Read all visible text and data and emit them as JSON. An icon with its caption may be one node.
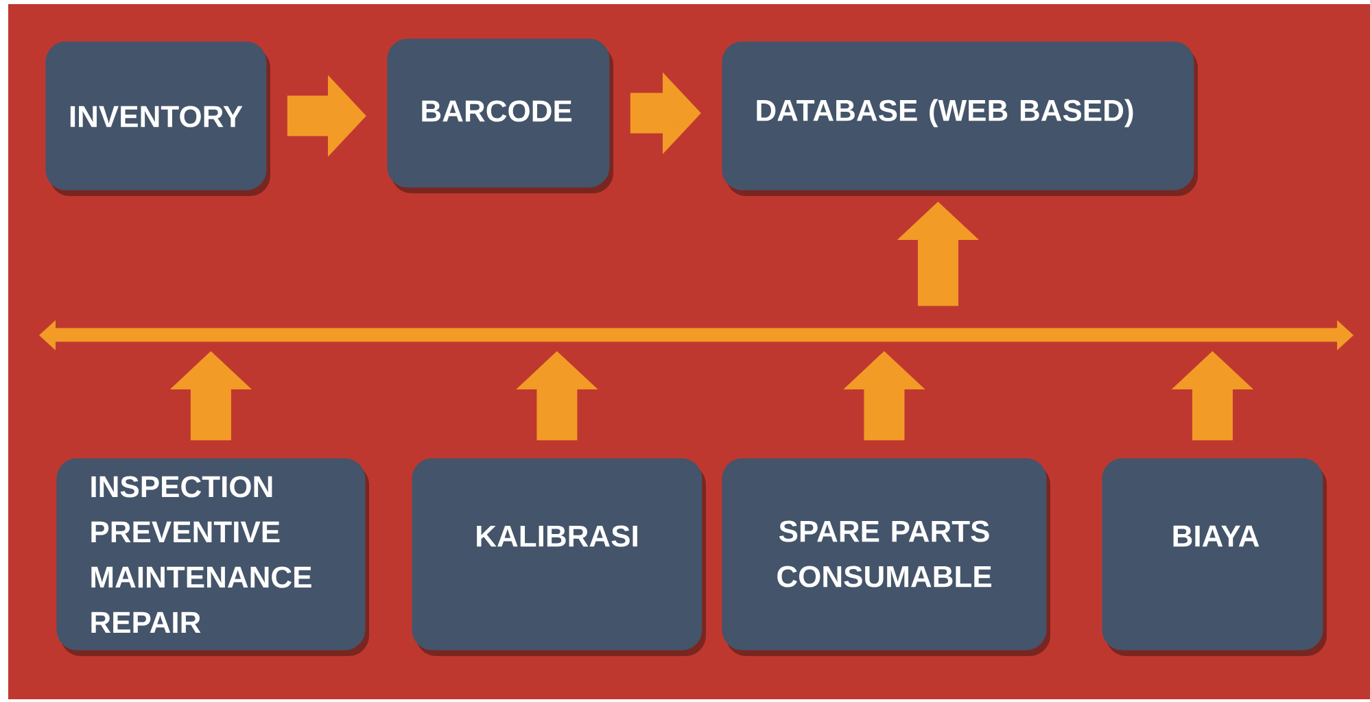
{
  "diagram": {
    "nodes": [
      {
        "text": [
          "INVENTORY"
        ]
      },
      {
        "text": [
          "BARCODE"
        ]
      },
      {
        "text": [
          "DATABASE  (WEB BASED)"
        ]
      },
      {
        "text": [],
        "shape": "bar"
      },
      {
        "text": [
          "INSPECTION",
          "PREVENTIVE MAINTENANCE",
          "REPAIR"
        ]
      },
      {
        "text": [
          "KALIBRASI"
        ]
      },
      {
        "text": [
          "SPARE PARTS CONSUMABLE"
        ]
      },
      {
        "text": [
          "BIAYA"
        ]
      }
    ],
    "edges": [
      {
        "from": 0,
        "to": 1,
        "arrow": "to"
      },
      {
        "from": 1,
        "to": 2,
        "arrow": "to"
      },
      {
        "from": 3,
        "to": 2,
        "arrow": "to"
      },
      {
        "from": 4,
        "to": 3,
        "arrow": "to"
      },
      {
        "from": 5,
        "to": 3,
        "arrow": "to"
      },
      {
        "from": 6,
        "to": 3,
        "arrow": "to"
      },
      {
        "from": 7,
        "to": 3,
        "arrow": "to"
      }
    ]
  }
}
